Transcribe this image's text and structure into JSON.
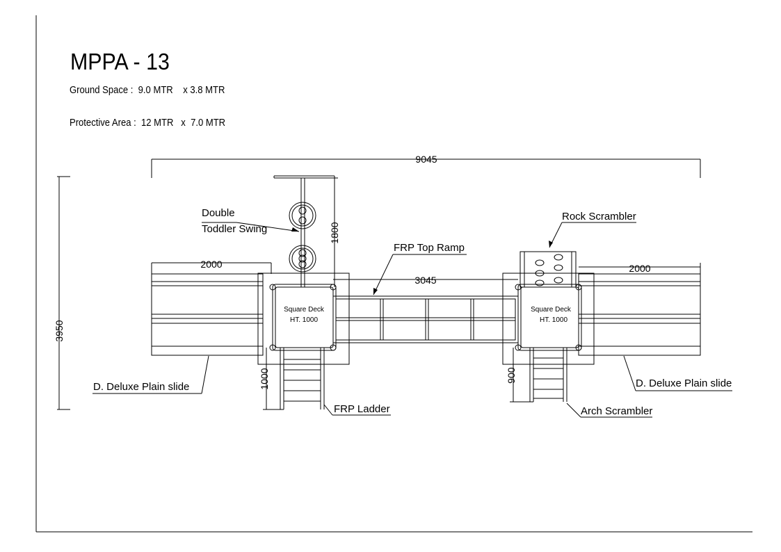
{
  "header": {
    "title": "MPPA - 13",
    "ground_label": "Ground Space :",
    "ground_value": "9.0 MTR    x 3.8 MTR",
    "protective_label": "Protective Area :",
    "protective_value": "12 MTR   x  7.0 MTR"
  },
  "dimensions": {
    "overall_width": "9045",
    "overall_height": "3950",
    "slide_length_left": "2000",
    "slide_length_right": "2000",
    "ramp_length": "3045",
    "swing_height": "1800",
    "ladder_height": "1000",
    "scrambler_height": "900"
  },
  "labels": {
    "double_toddler_swing_1": "Double",
    "double_toddler_swing_2": "Toddler Swing",
    "rock_scrambler": "Rock Scrambler",
    "frp_top_ramp": "FRP Top Ramp",
    "deck_left_1": "Square Deck",
    "deck_left_2": "HT. 1000",
    "deck_right_1": "Square Deck",
    "deck_right_2": "HT. 1000",
    "slide_left": "D. Deluxe Plain slide",
    "slide_right": "D. Deluxe Plain slide",
    "frp_ladder": "FRP Ladder",
    "arch_scrambler": "Arch Scrambler"
  }
}
